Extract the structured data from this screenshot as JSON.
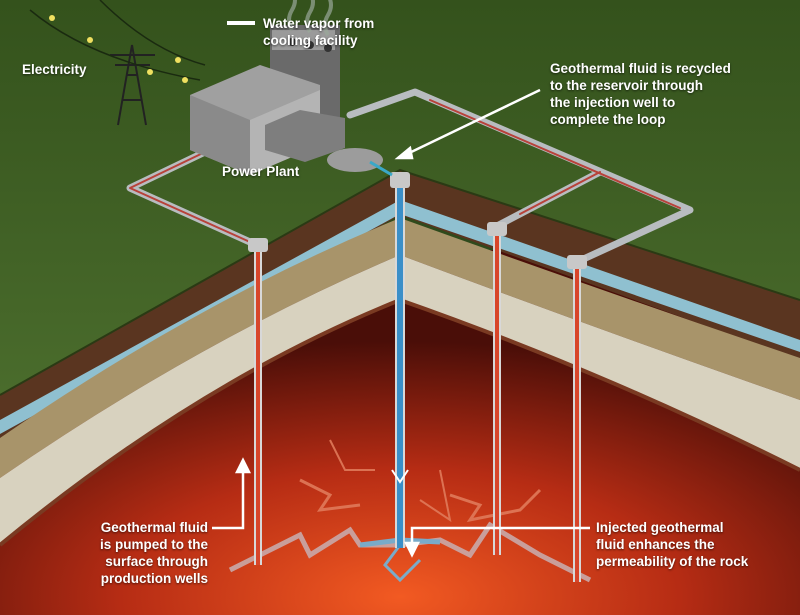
{
  "title": "Geothermal power plant loop diagram",
  "labels": {
    "electricity": "Electricity",
    "water_vapor": [
      "Water vapor from",
      "cooling facility"
    ],
    "recycled": [
      "Geothermal fluid is recycled",
      "to the reservoir through",
      "the injection well to",
      "complete the loop"
    ],
    "power_plant": "Power Plant",
    "pumped": [
      "Geothermal fluid",
      "is pumped to the",
      "surface through",
      "production wells"
    ],
    "injected": [
      "Injected geothermal",
      "fluid enhances the",
      "permeability of the rock"
    ]
  },
  "colors": {
    "grass": "#3e5e24",
    "soil": "#5a3520",
    "water": "#8fc0d0",
    "tan": "#a8946a",
    "beige": "#d8d2bf",
    "magma": "#c8381a",
    "hot_pipe": "#d8452a",
    "cold_pipe": "#3a8fc8"
  }
}
